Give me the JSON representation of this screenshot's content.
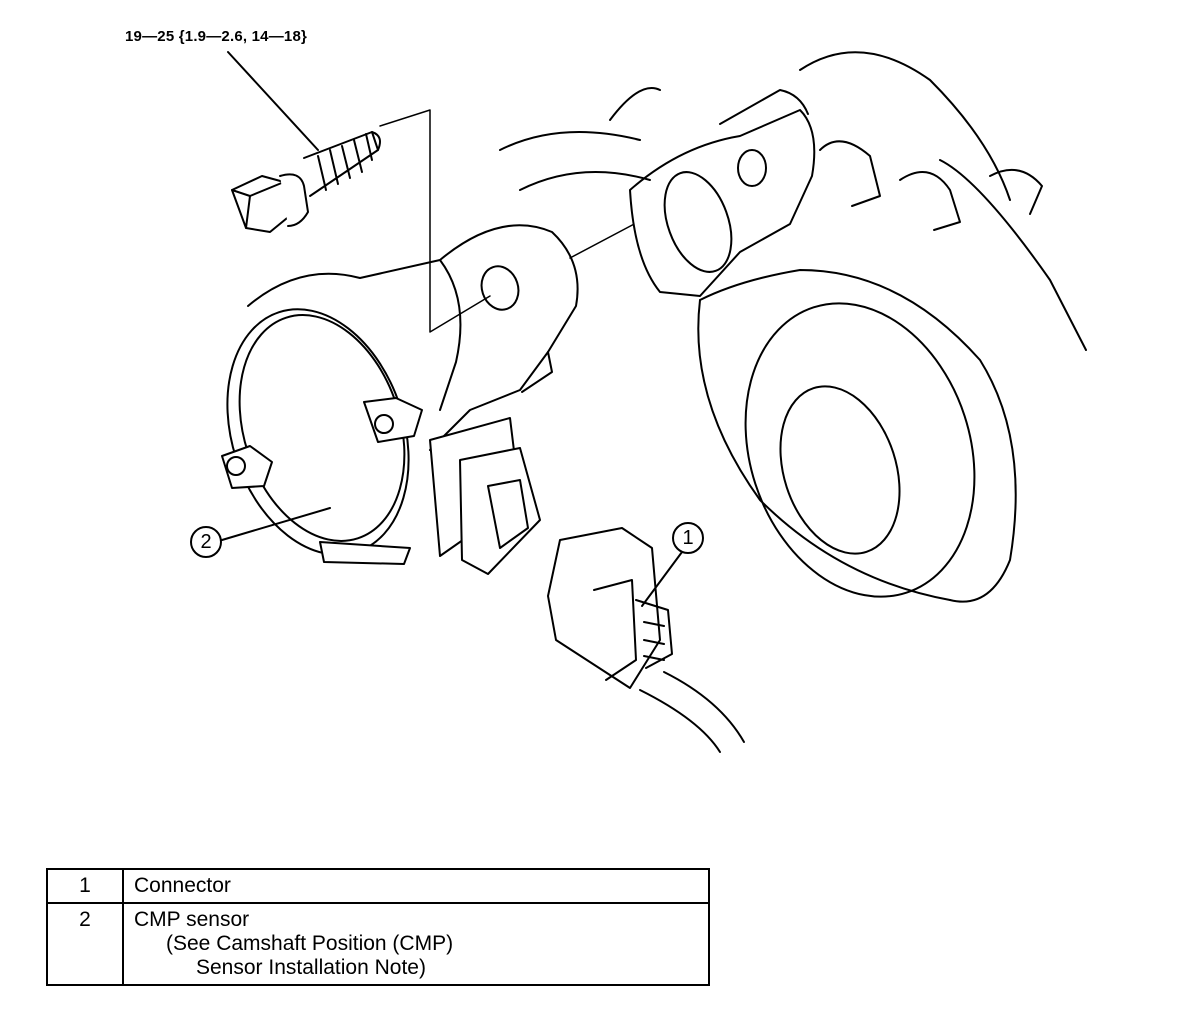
{
  "torque_spec": "19—25 {1.9—2.6, 14—18}",
  "callouts": [
    {
      "id": "1",
      "label": "1"
    },
    {
      "id": "2",
      "label": "2"
    }
  ],
  "legend": {
    "rows": [
      {
        "number": "1",
        "lines": [
          "Connector"
        ]
      },
      {
        "number": "2",
        "lines": [
          "CMP sensor",
          "(See Camshaft Position (CMP)",
          "Sensor Installation Note)"
        ]
      }
    ]
  },
  "colors": {
    "ink": "#000000",
    "paper": "#ffffff"
  }
}
